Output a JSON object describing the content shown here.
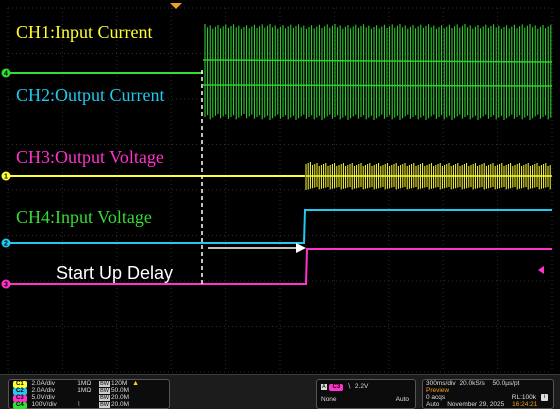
{
  "labels": {
    "ch1": "CH1:Input Current",
    "ch2": "CH2:Output Current",
    "ch3": "CH3:Output Voltage",
    "ch4": "CH4:Input Voltage",
    "annotation": "Start Up Delay"
  },
  "colors": {
    "ch1": "#ffff33",
    "ch2": "#22c8f0",
    "ch3": "#ff33cc",
    "ch4": "#33dd33",
    "grid": "#2e2e2e"
  },
  "channel_markers": {
    "ch1": "1",
    "ch2": "2",
    "ch3": "3",
    "ch4": "4"
  },
  "status": {
    "channels": [
      {
        "id": "C1",
        "scale": "2.0A/div",
        "impedance": "1MΩ",
        "bw": "BW",
        "bw_value": "120M",
        "warn": "▲"
      },
      {
        "id": "C2",
        "scale": "2.0A/div",
        "impedance": "1MΩ",
        "bw": "BW",
        "bw_value": "50.0M"
      },
      {
        "id": "C3",
        "scale": "5.0V/div",
        "impedance": "",
        "bw": "BW",
        "bw_value": "20.0M"
      },
      {
        "id": "C4",
        "scale": "100V/div",
        "impedance": "",
        "bw": "BW",
        "bw_value": "20.0M"
      }
    ],
    "trigger": {
      "mode_letter": "A",
      "source": "C3",
      "slope": "∖",
      "level": "2.2V",
      "coupling": "None",
      "run_mode": "Auto"
    },
    "acquisition": {
      "timebase": "300ms/div",
      "sample_rate": "20.0kS/s",
      "resolution": "50.0µs/pt",
      "state": "Preview",
      "acqs": "0 acqs",
      "record_length": "RL:100k",
      "mode": "Auto",
      "date": "November 29, 2025",
      "time": "16:24:21"
    }
  }
}
